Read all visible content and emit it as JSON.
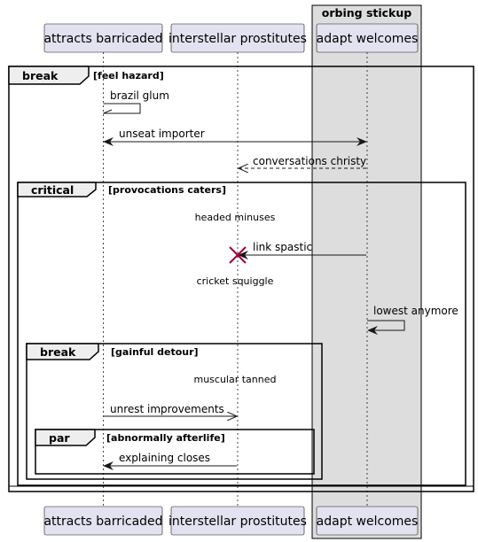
{
  "group": {
    "title": "orbing stickup"
  },
  "participants": [
    {
      "id": "p1",
      "label": "attracts barricaded"
    },
    {
      "id": "p2",
      "label": "interstellar prostitutes"
    },
    {
      "id": "p3",
      "label": "adapt welcomes"
    }
  ],
  "frames": [
    {
      "id": "f1",
      "kind": "break",
      "condition": "[feel hazard]"
    },
    {
      "id": "f2",
      "kind": "critical",
      "condition": "[provocations caters]"
    },
    {
      "id": "f3",
      "kind": "break",
      "condition": "[gainful detour]"
    },
    {
      "id": "f4",
      "kind": "par",
      "condition": "[abnormally afterlife]"
    }
  ],
  "messages": [
    {
      "id": "m1",
      "label": "brazil glum",
      "from": "p1",
      "to": "p1",
      "style": "self-open"
    },
    {
      "id": "m2",
      "label": "unseat importer",
      "from": "p1",
      "to": "p3",
      "style": "bidirectional"
    },
    {
      "id": "m3",
      "label": "conversations christy",
      "from": "p3",
      "to": "p2",
      "style": "dashed-open"
    },
    {
      "id": "m4",
      "label": "link spastic",
      "from": "p3",
      "to": "p2",
      "style": "destroy"
    },
    {
      "id": "m5",
      "label": "lowest anymore",
      "from": "p3",
      "to": "p3",
      "style": "self-solid"
    },
    {
      "id": "m6",
      "label": "unrest improvements",
      "from": "p1",
      "to": "p2",
      "style": "open"
    },
    {
      "id": "m7",
      "label": "explaining closes",
      "from": "p2",
      "to": "p1",
      "style": "solid"
    }
  ],
  "delays": [
    {
      "id": "d1",
      "label": "headed minuses"
    },
    {
      "id": "d2",
      "label": "cricket squiggle"
    },
    {
      "id": "d3",
      "label": "muscular tanned"
    }
  ],
  "colors": {
    "participant_fill": "#e2e2f0",
    "participant_stroke": "#181818",
    "group_fill": "#dddddd",
    "destroy_mark": "#a80036",
    "line": "#181818"
  }
}
